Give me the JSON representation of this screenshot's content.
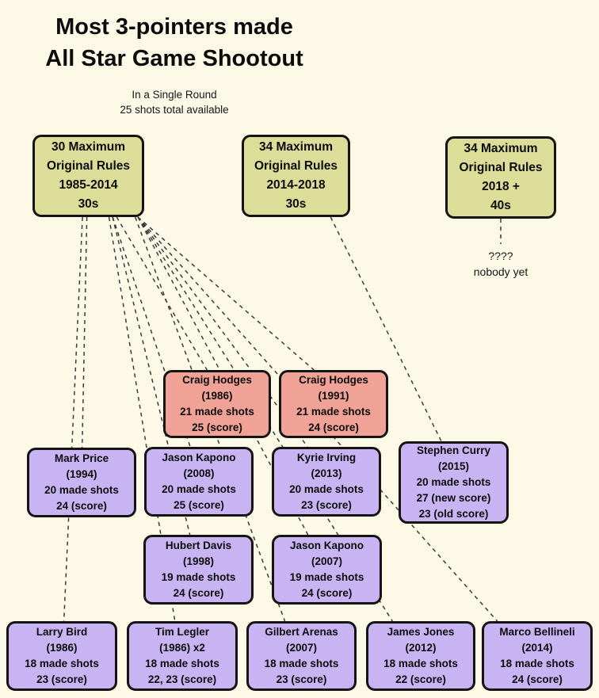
{
  "title": {
    "line1": "Most 3-pointers made",
    "line2": "All Star Game Shootout"
  },
  "subtitle": {
    "line1": "In a Single Round",
    "line2": "25 shots total available"
  },
  "colors": {
    "background": "#FCF9E7",
    "rule_box_fill": "#DCDD99",
    "record_box_fill": "#F1A296",
    "player_box_fill": "#C8B4F3",
    "box_border": "#141414",
    "connector": "#3a3a3a"
  },
  "boxes": {
    "rule1": {
      "category": "rule-era",
      "lines": [
        "30 Maximum",
        "Original Rules",
        "1985-2014",
        "30s"
      ]
    },
    "rule2": {
      "category": "rule-era",
      "lines": [
        "34 Maximum",
        "Original Rules",
        "2014-2018",
        "30s"
      ]
    },
    "rule3": {
      "category": "rule-era",
      "lines": [
        "34 Maximum",
        "Original Rules",
        "2018 +",
        "40s"
      ]
    },
    "hodges1986": {
      "category": "record",
      "lines": [
        "Craig Hodges",
        "(1986)",
        "21 made shots",
        "25 (score)"
      ]
    },
    "hodges1991": {
      "category": "record",
      "lines": [
        "Craig Hodges",
        "(1991)",
        "21 made shots",
        "24 (score)"
      ]
    },
    "price": {
      "category": "player",
      "lines": [
        "Mark Price",
        "(1994)",
        "20 made shots",
        "24 (score)"
      ]
    },
    "kapono2008": {
      "category": "player",
      "lines": [
        "Jason Kapono",
        "(2008)",
        "20 made shots",
        "25 (score)"
      ]
    },
    "irving": {
      "category": "player",
      "lines": [
        "Kyrie Irving",
        "(2013)",
        "20 made shots",
        "23 (score)"
      ]
    },
    "curry": {
      "category": "player",
      "lines": [
        "Stephen Curry",
        "(2015)",
        "20 made shots",
        "27 (new score)",
        "23 (old score)"
      ]
    },
    "davis": {
      "category": "player",
      "lines": [
        "Hubert Davis",
        "(1998)",
        "19 made shots",
        "24 (score)"
      ]
    },
    "kapono2007": {
      "category": "player",
      "lines": [
        "Jason Kapono",
        "(2007)",
        "19 made shots",
        "24 (score)"
      ]
    },
    "bird": {
      "category": "player",
      "lines": [
        "Larry Bird",
        "(1986)",
        "18 made shots",
        "23 (score)"
      ]
    },
    "legler": {
      "category": "player",
      "lines": [
        "Tim Legler",
        "(1986) x2",
        "18 made shots",
        "22, 23 (score)"
      ]
    },
    "arenas": {
      "category": "player",
      "lines": [
        "Gilbert Arenas",
        "(2007)",
        "18 made shots",
        "23 (score)"
      ]
    },
    "jones": {
      "category": "player",
      "lines": [
        "James Jones",
        "(2012)",
        "18 made shots",
        "22 (score)"
      ]
    },
    "bellineli": {
      "category": "player",
      "lines": [
        "Marco Bellineli",
        "(2014)",
        "18 made shots",
        "24 (score)"
      ]
    }
  },
  "placeholder": {
    "line1": "????",
    "line2": "nobody yet"
  },
  "connections": [
    {
      "from": "rule1",
      "to": "hodges1986"
    },
    {
      "from": "rule1",
      "to": "hodges1991"
    },
    {
      "from": "rule1",
      "to": "price"
    },
    {
      "from": "rule1",
      "to": "kapono2008"
    },
    {
      "from": "rule1",
      "to": "irving"
    },
    {
      "from": "rule1",
      "to": "davis"
    },
    {
      "from": "rule1",
      "to": "kapono2007"
    },
    {
      "from": "rule1",
      "to": "bird"
    },
    {
      "from": "rule1",
      "to": "legler"
    },
    {
      "from": "rule1",
      "to": "arenas"
    },
    {
      "from": "rule1",
      "to": "jones"
    },
    {
      "from": "rule1",
      "to": "bellineli"
    },
    {
      "from": "rule2",
      "to": "curry"
    },
    {
      "from": "rule3",
      "to": "placeholder"
    }
  ]
}
